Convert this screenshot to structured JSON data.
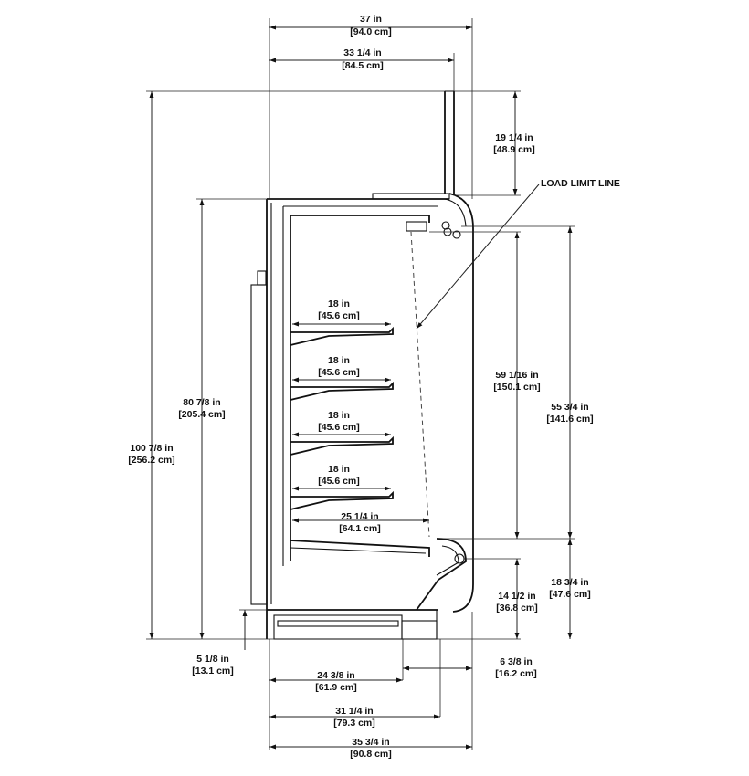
{
  "labels": {
    "load_limit": "LOAD LIMIT LINE",
    "overall_width": {
      "in": "37 in",
      "cm": "[94.0 cm]"
    },
    "inner_width": {
      "in": "33 1/4 in",
      "cm": "[84.5 cm]"
    },
    "top_section": {
      "in": "19 1/4 in",
      "cm": "[48.9 cm]"
    },
    "total_height": {
      "in": "100 7/8 in",
      "cm": "[256.2 cm]"
    },
    "cabinet_height": {
      "in": "80 7/8 in",
      "cm": "[205.4 cm]"
    },
    "opening_height": {
      "in": "59 1/16 in",
      "cm": "[150.1 cm]"
    },
    "display_height": {
      "in": "55 3/4 in",
      "cm": "[141.6 cm]"
    },
    "base_front_height": {
      "in": "18 3/4 in",
      "cm": "[47.6 cm]"
    },
    "deck_height": {
      "in": "14 1/2 in",
      "cm": "[36.8 cm]"
    },
    "leg_height": {
      "in": "5 1/8 in",
      "cm": "[13.1 cm]"
    },
    "shelves": [
      {
        "in": "18 in",
        "cm": "[45.6 cm]"
      },
      {
        "in": "18 in",
        "cm": "[45.6 cm]"
      },
      {
        "in": "18 in",
        "cm": "[45.6 cm]"
      },
      {
        "in": "18 in",
        "cm": "[45.6 cm]"
      }
    ],
    "bottom_shelf": {
      "in": "25 1/4 in",
      "cm": "[64.1 cm]"
    },
    "front_overhang": {
      "in": "6 3/8 in",
      "cm": "[16.2 cm]"
    },
    "base_depth": {
      "in": "24 3/8 in",
      "cm": "[61.9 cm]"
    },
    "foot_depth": {
      "in": "31 1/4 in",
      "cm": "[79.3 cm]"
    },
    "overall_depth": {
      "in": "35 3/4 in",
      "cm": "[90.8 cm]"
    }
  },
  "colors": {
    "line": "#111111",
    "background": "#ffffff"
  }
}
